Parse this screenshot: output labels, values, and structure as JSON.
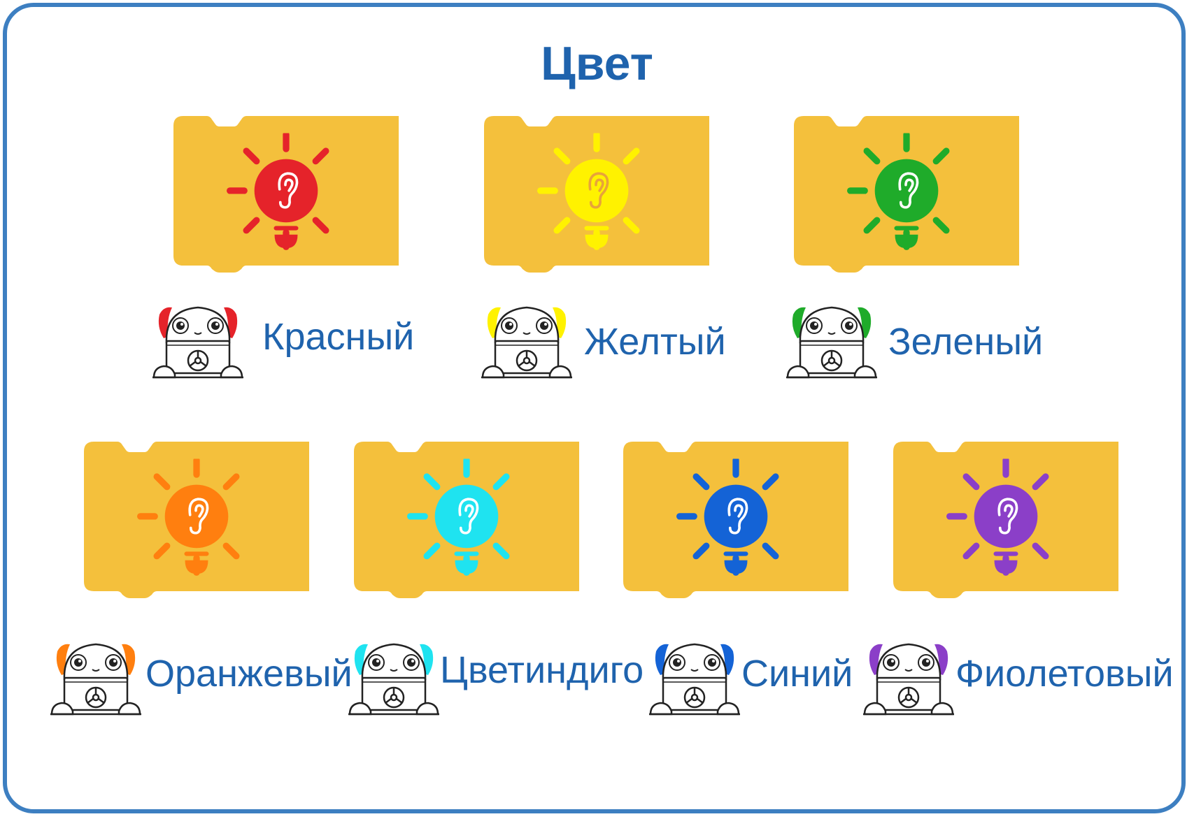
{
  "title": "Цвет",
  "colors": {
    "frame": "#3d7fc1",
    "block": "#f4c03c",
    "text": "#1f63ad"
  },
  "blocks": [
    {
      "name": "red",
      "label": "Красный",
      "color": "#e5232a",
      "ear_color": "#ffffff"
    },
    {
      "name": "yellow",
      "label": "Желтый",
      "color": "#fff200",
      "ear_color": "#e8a33a"
    },
    {
      "name": "green",
      "label": "Зеленый",
      "color": "#1fab2a",
      "ear_color": "#ffffff"
    },
    {
      "name": "orange",
      "label": "Оранжевый",
      "color": "#ff7f0f",
      "ear_color": "#ffffff"
    },
    {
      "name": "indigo",
      "label": "Цветиндиго",
      "color": "#1fe3f0",
      "ear_color": "#ffffff"
    },
    {
      "name": "blue",
      "label": "Синий",
      "color": "#1463d6",
      "ear_color": "#ffffff"
    },
    {
      "name": "violet",
      "label": "Фиолетовый",
      "color": "#8b3fc8",
      "ear_color": "#ffffff"
    }
  ],
  "icons": {
    "bulb": "lightbulb-icon",
    "ear": "ear-icon",
    "robot": "robot-mascot-icon"
  }
}
